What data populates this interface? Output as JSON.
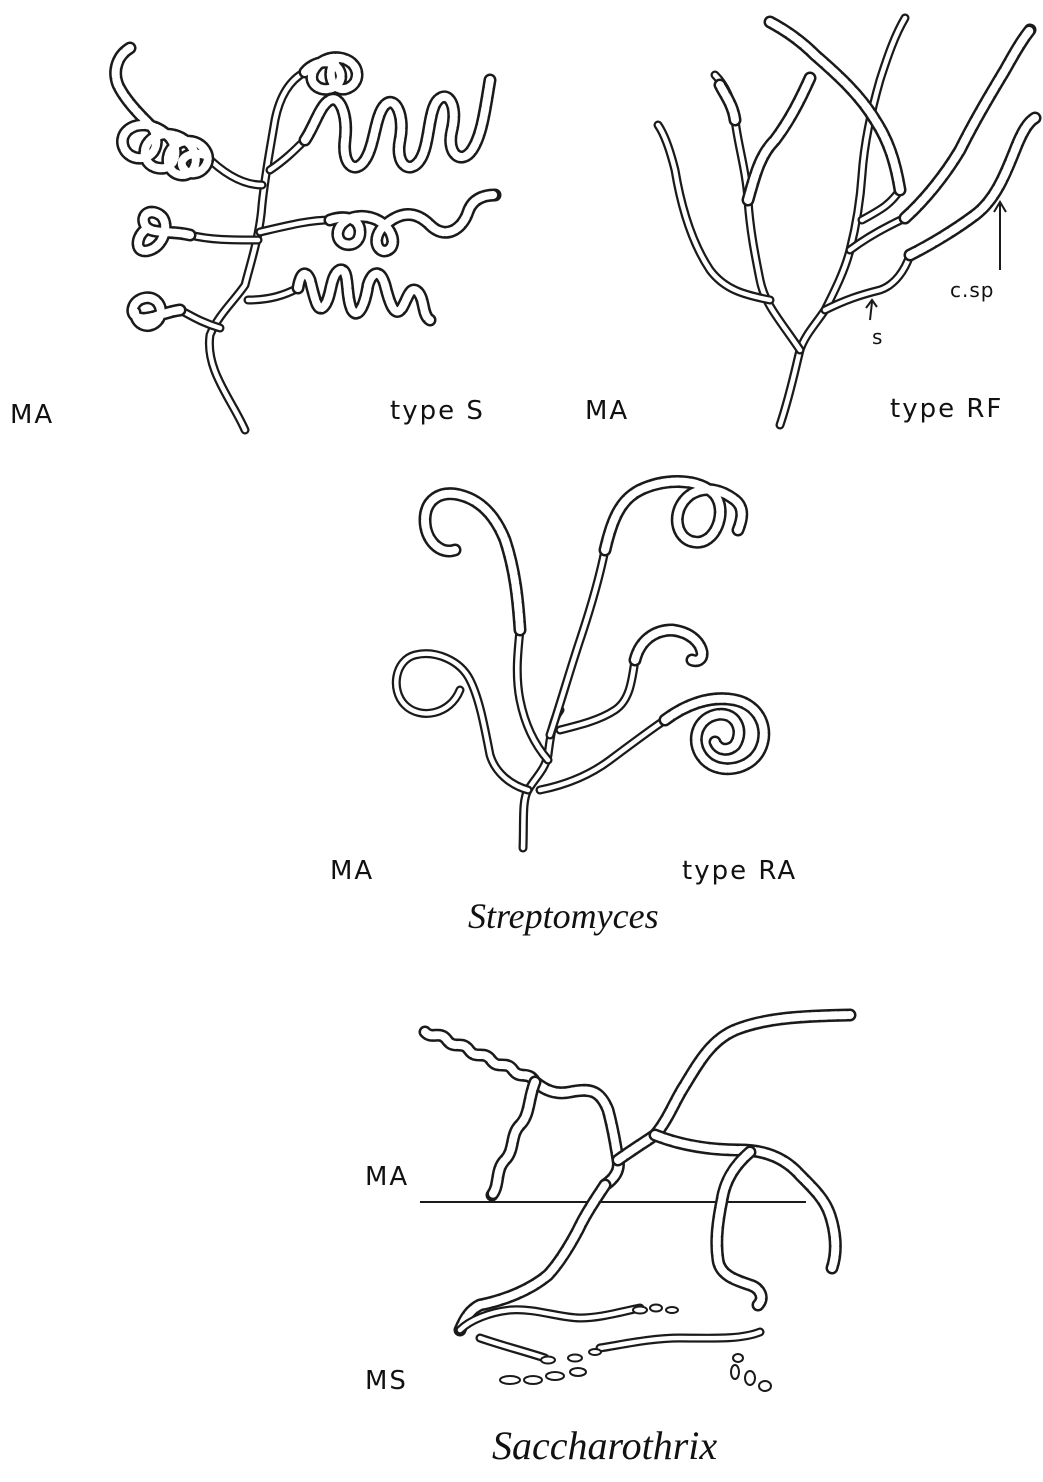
{
  "panels": {
    "type_s": {
      "left_label": "MA",
      "right_label": "type S"
    },
    "type_rf": {
      "left_label": "MA",
      "right_label": "type RF",
      "arrow_s": "s",
      "arrow_csp": "c.sp"
    },
    "type_ra": {
      "left_label": "MA",
      "right_label": "type RA"
    },
    "genus_1": "Streptomyces",
    "saccharothrix": {
      "label_aerial": "MA",
      "label_substrate": "MS"
    },
    "genus_2": "Saccharothrix"
  },
  "colors": {
    "ink": "#1a1a1a",
    "paper": "#ffffff"
  }
}
